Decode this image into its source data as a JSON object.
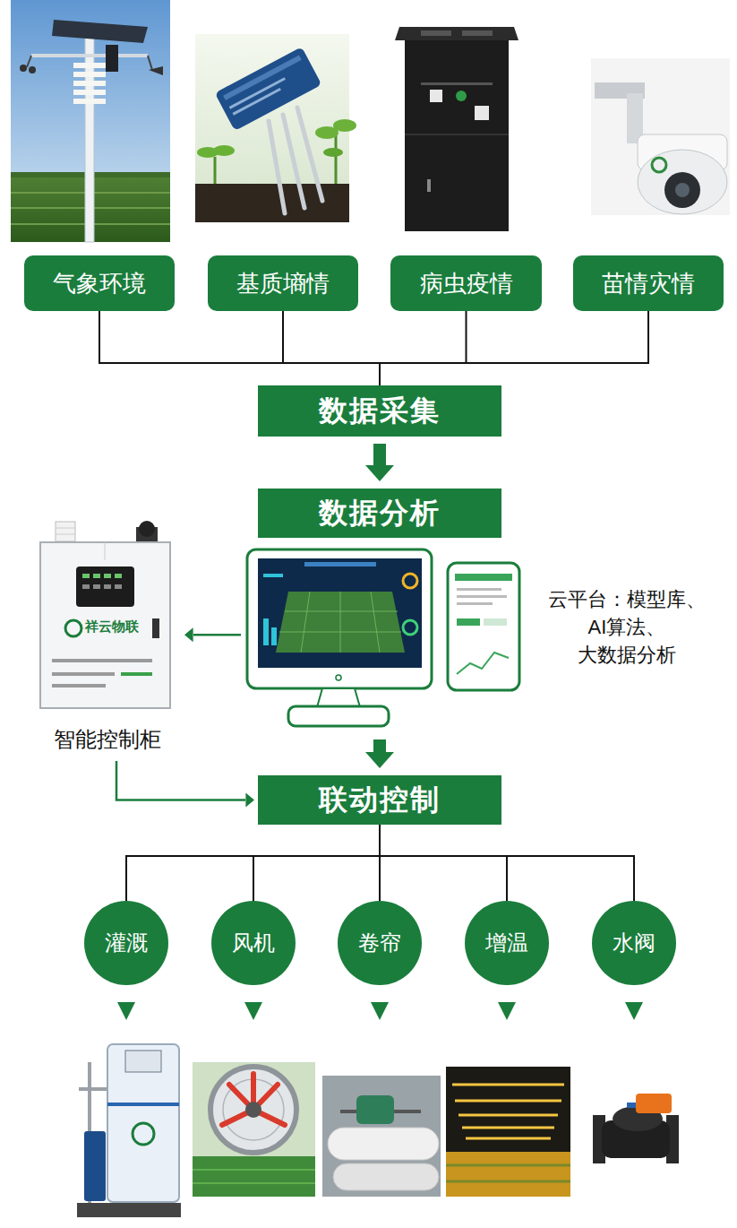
{
  "diagram": {
    "nodes": [
      {
        "text": [
          "气象环境"
        ]
      },
      {
        "text": [
          "基质墒情"
        ]
      },
      {
        "text": [
          "病虫疫情"
        ]
      },
      {
        "text": [
          "苗情灾情"
        ]
      },
      {
        "text": [
          "数据采集"
        ]
      },
      {
        "text": [
          "数据分析"
        ]
      },
      {
        "text": [
          "智能控制柜"
        ]
      },
      {
        "text": [
          "云平台：模型库、 AI算法、 大数据分析"
        ]
      },
      {
        "text": [
          "联动控制"
        ]
      },
      {
        "text": [
          "灌溉"
        ]
      },
      {
        "text": [
          "风机"
        ]
      },
      {
        "text": [
          "卷帘"
        ]
      },
      {
        "text": [
          "增温"
        ]
      },
      {
        "text": [
          "水阀"
        ]
      }
    ],
    "edges": [
      {
        "from": 0,
        "to": 4,
        "arrow": "none"
      },
      {
        "from": 1,
        "to": 4,
        "arrow": "none"
      },
      {
        "from": 2,
        "to": 4,
        "arrow": "none"
      },
      {
        "from": 3,
        "to": 4,
        "arrow": "none"
      },
      {
        "from": 4,
        "to": 5,
        "arrow": "to"
      },
      {
        "from": 7,
        "to": 6,
        "arrow": "to"
      },
      {
        "from": 7,
        "to": 8,
        "arrow": "to"
      },
      {
        "from": 6,
        "to": 8,
        "arrow": "to"
      },
      {
        "from": 8,
        "to": 9,
        "arrow": "none"
      },
      {
        "from": 8,
        "to": 10,
        "arrow": "none"
      },
      {
        "from": 8,
        "to": 11,
        "arrow": "none"
      },
      {
        "from": 8,
        "to": 12,
        "arrow": "none"
      },
      {
        "from": 8,
        "to": 13,
        "arrow": "none"
      }
    ],
    "labels": [
      "祥云物联"
    ]
  }
}
